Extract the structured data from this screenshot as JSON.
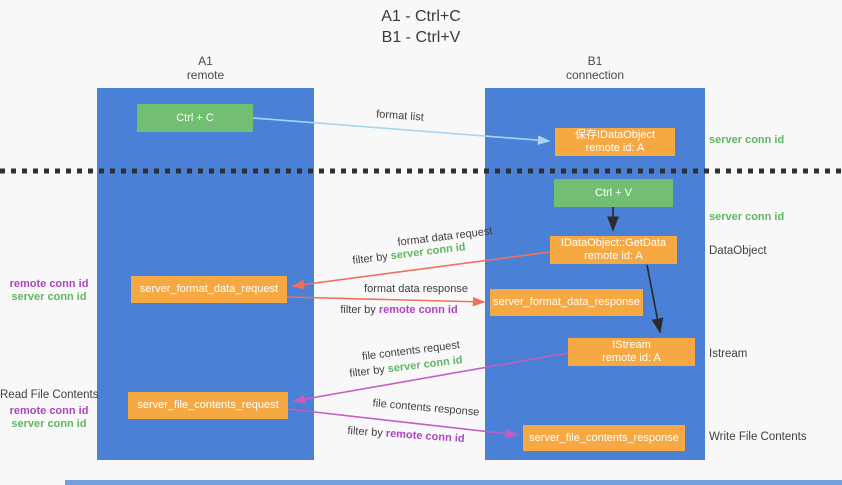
{
  "title": {
    "line1": "A1 - Ctrl+C",
    "line2": "B1 - Ctrl+V"
  },
  "columns": {
    "a": {
      "id": "A1",
      "subtitle": "remote"
    },
    "b": {
      "id": "B1",
      "subtitle": "connection"
    }
  },
  "nodes": {
    "ctrl_c": "Ctrl + C",
    "save_idataobject": {
      "line1": "保存IDataObject",
      "line2": "remote id: A"
    },
    "ctrl_v": "Ctrl + V",
    "getdata": {
      "line1": "IDataObject::GetData",
      "line2": "remote id: A"
    },
    "format_request": "server_format_data_request",
    "format_response": "server_format_data_response",
    "istream": {
      "line1": "IStream",
      "line2": "remote id: A"
    },
    "file_request": "server_file_contents_request",
    "file_response": "server_file_contents_response"
  },
  "arrow_labels": {
    "format_list": "format list",
    "format_data_request": {
      "text": "format data request",
      "filter_prefix": "filter by ",
      "filter_value": "server conn id"
    },
    "format_data_response": {
      "text": "format data response",
      "filter_prefix": "filter by ",
      "filter_value": "remote conn id"
    },
    "file_contents_request": {
      "text": "file contents request",
      "filter_prefix": "filter by ",
      "filter_value": "server conn id"
    },
    "file_contents_response": {
      "text": "file contents response",
      "filter_prefix": "filter by ",
      "filter_value": "remote conn id"
    }
  },
  "right_labels": {
    "server_conn_top": "server conn id",
    "server_conn_mid": "server conn id",
    "dataobject": "DataObject",
    "istream": "Istream",
    "write_file": "Write File Contents"
  },
  "left_labels": {
    "format_remote": "remote conn id",
    "format_server": "server conn id",
    "read_file": "Read File Contents",
    "file_remote": "remote conn id",
    "file_server": "server conn id"
  },
  "colors": {
    "column_blue": "#4a80d5",
    "box_green": "#72bf74",
    "box_orange": "#f6a843",
    "arrow_red": "#f1705c",
    "arrow_magenta": "#c45ec4",
    "arrow_lightblue": "#a9d5f2",
    "arrow_black": "#2b2b2b",
    "text_green": "#5eb763",
    "text_purple": "#ab47bc",
    "text_dark": "#3f3f3f",
    "dot_color": "#2f2f2f"
  }
}
